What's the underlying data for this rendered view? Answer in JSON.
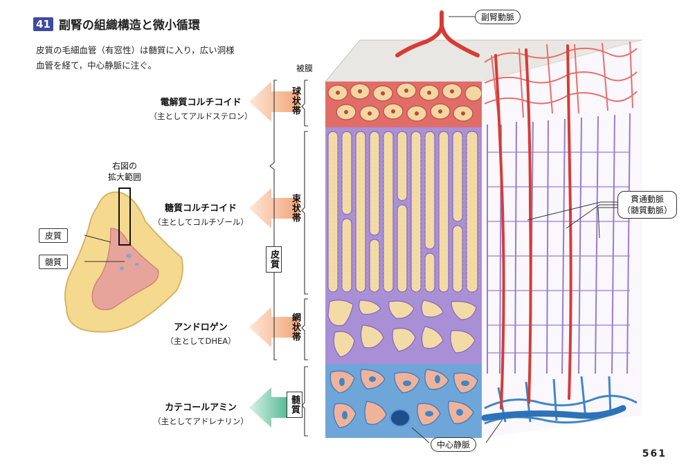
{
  "header": {
    "number": "41",
    "title": "副腎の組織構造と微小循環"
  },
  "subtitle": {
    "line1": "皮質の毛細血管（有窓性）は髄質に入り，広い洞様",
    "line2": "血管を経て，中心静脈に注ぐ。"
  },
  "hormones": [
    {
      "name": "電解質コルチコイド",
      "sub": "（主としてアルドステロン）"
    },
    {
      "name": "糖質コルチコイド",
      "sub": "（主としてコルチゾール）"
    },
    {
      "name": "アンドロゲン",
      "sub": "（主としてDHEA）"
    },
    {
      "name": "カテコールアミン",
      "sub": "（主としてアドレナリン）"
    }
  ],
  "zones": {
    "capsule": "被膜",
    "glomerulosa": "球状帯",
    "fasciculata": "束状帯",
    "reticularis": "網状帯",
    "cortex": "皮質",
    "medulla": "髄質"
  },
  "gland": {
    "enlarged_range_line1": "右図の",
    "enlarged_range_line2": "拡大範囲",
    "cortex_label": "皮質",
    "medulla_label": "髄質"
  },
  "vessels": {
    "adrenal_artery": "副腎動脈",
    "perforating_artery_line1": "貫通動脈",
    "perforating_artery_line2": "（髄質動脈）",
    "central_vein": "中心静脈"
  },
  "colors": {
    "header_box": "#3f4aa0",
    "mineralocorticoid_arrow": "#f2a57a",
    "catecholamine_arrow": "#3fb58f",
    "artery": "#d63c35",
    "capillary": "#8d70c6",
    "vein": "#3f86c6",
    "cell_cord": "#f3dba6"
  },
  "page_number": "561"
}
